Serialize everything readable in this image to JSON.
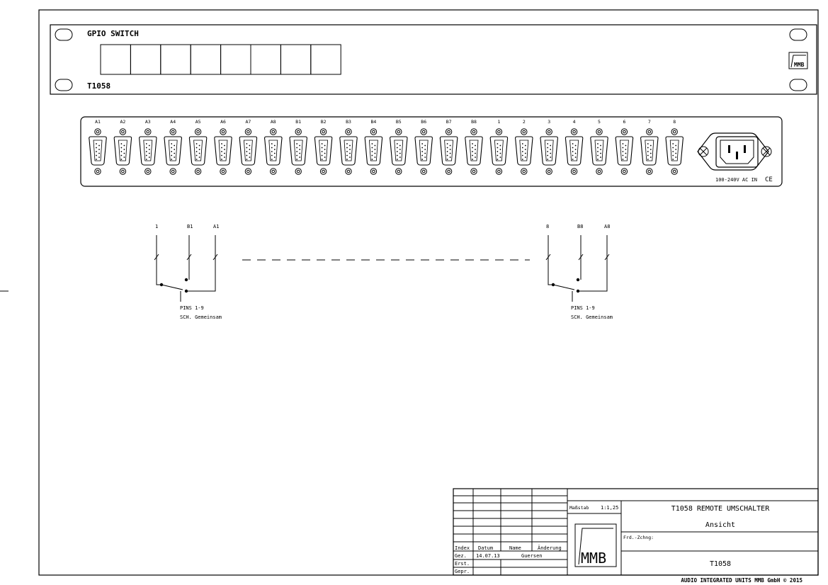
{
  "front_panel": {
    "title": "GPIO SWITCH",
    "model": "T1058",
    "logo_text": "MMB",
    "button_count": 8
  },
  "rear_panel": {
    "connector_labels": [
      "A1",
      "A2",
      "A3",
      "A4",
      "A5",
      "A6",
      "A7",
      "A8",
      "B1",
      "B2",
      "B3",
      "B4",
      "B5",
      "B6",
      "B7",
      "B8",
      "1",
      "2",
      "3",
      "4",
      "5",
      "6",
      "7",
      "8"
    ],
    "power_label": "100-240V AC IN",
    "ce_mark": "CE"
  },
  "schematic": {
    "left": {
      "labels": [
        "1",
        "B1",
        "A1"
      ],
      "note_line1": "PINS 1-9",
      "note_line2": "SCH. Gemeinsam"
    },
    "right": {
      "labels": [
        "8",
        "B8",
        "A8"
      ],
      "note_line1": "PINS 1-9",
      "note_line2": "SCH. Gemeinsam"
    }
  },
  "title_block": {
    "header_index": "Index",
    "header_datum": "Datum",
    "header_name": "Name",
    "header_aenderung": "Änderung",
    "row_gez": "Gez.",
    "row_ersetzt": "Erst.",
    "row_gepr": "Gepr.",
    "gez_date": "14.07.13",
    "gez_name": "Guersen",
    "scale_label": "Maßstab",
    "scale_value": "1:1,25",
    "title": "T1058 REMOTE UMSCHALTER",
    "subtitle": "Ansicht",
    "drawing_no_label": "Frd.-Zchng:",
    "drawing_id": "T1058",
    "logo_text": "MMB"
  },
  "copyright": "AUDIO INTEGRATED UNITS MMB GmbH © 2015"
}
